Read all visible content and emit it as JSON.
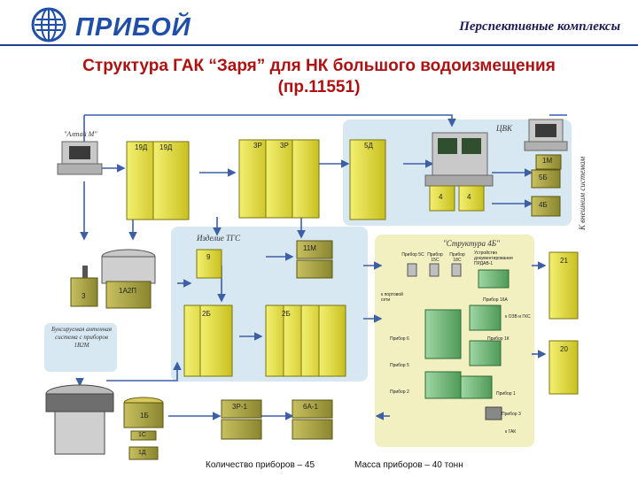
{
  "header": {
    "logo_text": "ПРИБОЙ",
    "section_title": "Перспективные комплексы"
  },
  "title": {
    "line1": "Структура ГАК “Заря” для НК большого водоизмещения",
    "line2": "(пр.11551)"
  },
  "labels": {
    "altai": "\"Алтай М\"",
    "cvk": "ЦВК",
    "izdelie_tgs": "Изделие ТГС",
    "struktura": "\"Структура 4Б\"",
    "towed": "Буксируемая антенная система с приборов 1В2М",
    "k_vneshnim": "К внешним системам"
  },
  "units": {
    "u19d_a": "19Д",
    "u19d_b": "19Д",
    "u3r_a": "3Р",
    "u3r_b": "3Р",
    "u5d": "5Д",
    "u1m": "1М",
    "u5b": "5Б",
    "u4b": "4Б",
    "u4_a": "4",
    "u4_b": "4",
    "u11m": "11М",
    "u9": "9",
    "u2b": "2Б",
    "u2b2": "2Б",
    "u3": "3",
    "u1a2p": "1А2П",
    "u21": "21",
    "u20": "20",
    "u1b": "1Б",
    "u1s": "1С",
    "u1d": "1Д",
    "u3r1": "3Р-1",
    "u6a1": "6А-1"
  },
  "inner_labels": {
    "pr_5s": "Прибор 5С",
    "pr_15s": "Прибор 15С",
    "pr_18s": "Прибор 18С",
    "upravlenie": "Устройство документирования ПРДАВ-1",
    "k_portu": "к портовой сети",
    "pr_16a": "Прибор 16А",
    "pr_6": "Прибор 6",
    "pr_1k": "Прибор 1К",
    "k_obs": "к ОЗВ и ГКС",
    "pr_5": "Прибор 5",
    "pr_2": "Прибор 2",
    "pr_1": "Прибор 1",
    "pr_3": "Прибор 3",
    "k_gak": "к ГАК"
  },
  "footer": {
    "count": "Количество приборов – 45",
    "mass": "Масса приборов – 40 тонн"
  },
  "colors": {
    "brand_blue": "#1f4fa8",
    "title_red": "#b01010",
    "cabinet_yellow": "#e8e23a",
    "olive": "#9a9a3a",
    "panel_blue": "#d8e8f2",
    "panel_yellow": "#f2f0c0",
    "line_blue": "#3d5fa8"
  }
}
